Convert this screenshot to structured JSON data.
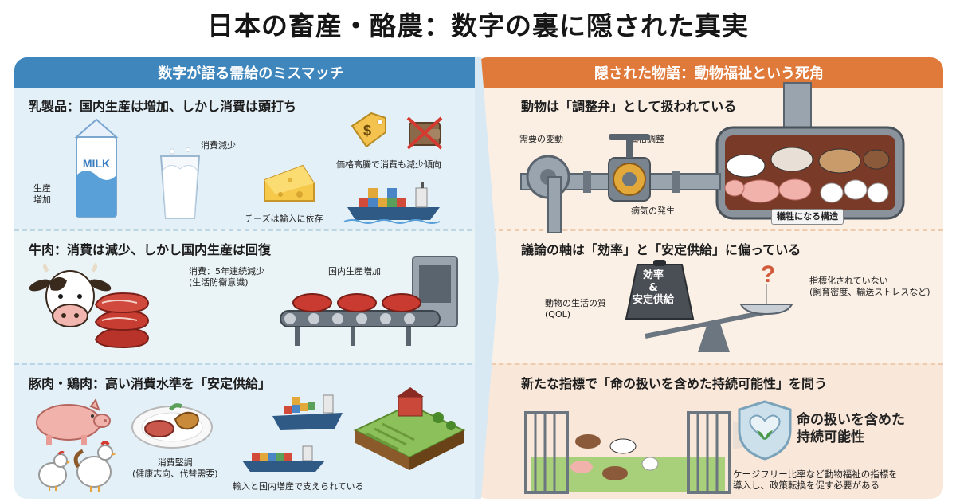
{
  "title": "日本の畜産・酪農：数字の裏に隠された真実",
  "left": {
    "header": "数字が語る需給のミスマッチ",
    "s1": {
      "heading": "乳製品：国内生産は増加、しかし消費は頭打ち",
      "milk_carton_text": "MILK",
      "production_label": "生産\n増加",
      "consumption_label": "消費減少",
      "cheese_label": "チーズは輸入に依存",
      "price_label": "価格高騰で消費も減少傾向"
    },
    "s2": {
      "heading": "牛肉：消費は減少、しかし国内生産は回復",
      "consumption_label": "消費：5年連続減少\n(生活防衛意識)",
      "production_label": "国内生産増加"
    },
    "s3": {
      "heading": "豚肉・鶏肉：高い消費水準を「安定供給」",
      "consumption_label": "消費堅調\n(健康志向、代替需要)",
      "supply_label": "輸入と国内増産で支えられている"
    }
  },
  "right": {
    "header": "隠された物語：動物福祉という死角",
    "s1": {
      "heading": "動物は「調整弁」として扱われている",
      "demand_label": "需要の変動",
      "price_label": "価格調整",
      "disease_label": "病気の発生",
      "sacrifice_label": "犠牲になる構造"
    },
    "s2": {
      "heading": "議論の軸は「効率」と「安定供給」に偏っている",
      "weight_label": "効率\n&\n安定供給",
      "qol_label": "動物の生活の質\n(QOL)",
      "unmeasured_label": "指標化されていない\n(飼育密度、輸送ストレスなど)"
    },
    "s3": {
      "heading": "新たな指標で「命の扱いを含めた持続可能性」を問う",
      "shield_label": "命の扱いを含めた\n持続可能性",
      "policy_label": "ケージフリー比率など動物福祉の指標を\n導入し、政策転換を促す必要がある"
    }
  },
  "colors": {
    "left_accent": "#3f86bd",
    "right_accent": "#e07a3b"
  }
}
